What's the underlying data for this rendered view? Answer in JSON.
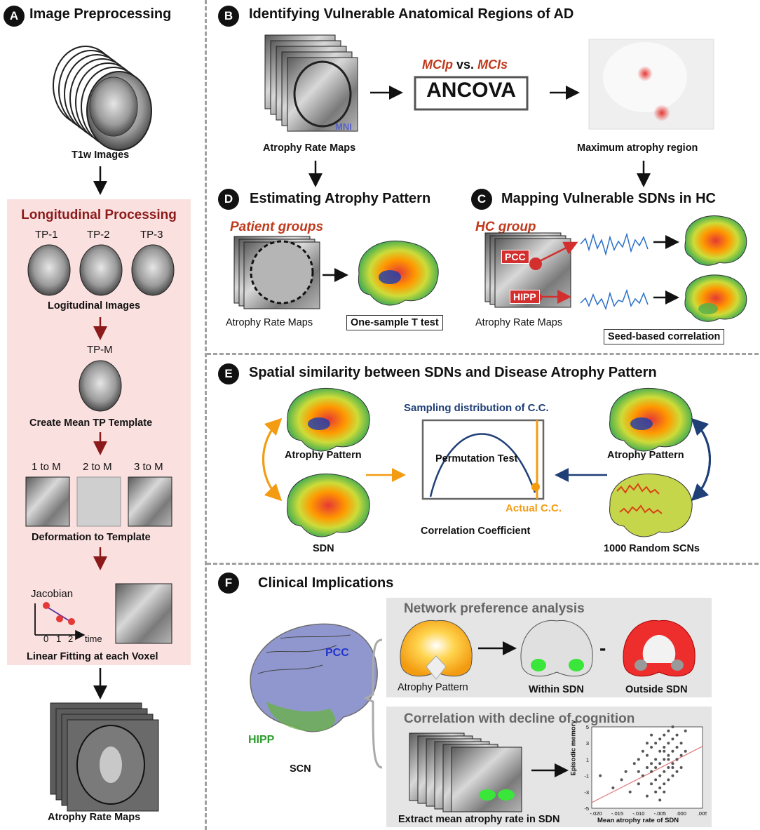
{
  "panel_a": {
    "badge": "A",
    "title": "Image Preprocessing",
    "t1w_label": "T1w Images",
    "longitudinal_title": "Longitudinal Processing",
    "tp1": "TP-1",
    "tp2": "TP-2",
    "tp3": "TP-3",
    "longitudinal_images": "Logitudinal Images",
    "tpm": "TP-M",
    "create_template": "Create Mean TP Template",
    "m1": "1 to M",
    "m2": "2 to M",
    "m3": "3 to M",
    "deformation": "Deformation to Template",
    "jacobian": "Jacobian",
    "t0": "0",
    "t1": "1",
    "t2": "2",
    "time": "time",
    "linear_fitting": "Linear Fitting at each Voxel",
    "atrophy_maps": "Atrophy Rate Maps"
  },
  "panel_b": {
    "badge": "B",
    "title": "Identifying Vulnerable Anatomical Regions of AD",
    "mni": "MNI",
    "atrophy_maps": "Atrophy Rate Maps",
    "mclp": "MCIp",
    "vs": "vs.",
    "mcls": "MCIs",
    "ancova": "ANCOVA",
    "max_region": "Maximum atrophy region"
  },
  "panel_d": {
    "badge": "D",
    "title": "Estimating Atrophy Pattern",
    "patient_groups": "Patient groups",
    "atrophy_maps": "Atrophy Rate Maps",
    "ttest": "One-sample T test"
  },
  "panel_c": {
    "badge": "C",
    "title": "Mapping Vulnerable SDNs in HC",
    "hc_group": "HC group",
    "pcc": "PCC",
    "hipp": "HIPP",
    "atrophy_maps": "Atrophy Rate Maps",
    "seed_corr": "Seed-based correlation"
  },
  "panel_e": {
    "badge": "E",
    "title": "Spatial similarity between SDNs and Disease Atrophy Pattern",
    "atrophy_pattern_left": "Atrophy Pattern",
    "sdn": "SDN",
    "sampling": "Sampling distribution of C.C.",
    "perm_test": "Permutation Test",
    "actual_cc": "Actual C.C.",
    "corr_coef": "Correlation Coefficient",
    "atrophy_pattern_right": "Atrophy Pattern",
    "random_scns": "1000 Random SCNs"
  },
  "panel_f": {
    "badge": "F",
    "title": "Clinical Implications",
    "pcc": "PCC",
    "hipp": "HIPP",
    "scn": "SCN",
    "network_pref": "Network preference analysis",
    "atrophy_pattern": "Atrophy Pattern",
    "within_sdn": "Within SDN",
    "minus": "-",
    "outside_sdn": "Outside SDN",
    "corr_decline": "Correlation with decline of cognition",
    "extract": "Extract mean atrophy rate in SDN",
    "scatter_ylabel": "Episodic memory",
    "scatter_xlabel": "Mean atrophy rate of SDN",
    "x_ticks": [
      "-.020",
      "-.015",
      "-.010",
      "-.005",
      ".000",
      ".005"
    ],
    "y_ticks": [
      "5",
      "3",
      "1",
      "-1",
      "-3",
      "-5"
    ]
  },
  "colors": {
    "arrow_dark": "#111111",
    "arrow_red": "#8b1a1a",
    "orange": "#f39c12",
    "navy": "#1f3f77",
    "red_text": "#c0391b",
    "pcc_blue": "#2233cc",
    "hipp_green": "#2a9d2a",
    "panel_pink": "#fbe0e0"
  },
  "chart_data": {
    "type": "scatter",
    "xlabel": "Mean atrophy rate of SDN",
    "ylabel": "Episodic memory",
    "xlim": [
      -0.021,
      0.005
    ],
    "ylim": [
      -5,
      5
    ],
    "x": [
      -0.019,
      -0.016,
      -0.014,
      -0.013,
      -0.012,
      -0.011,
      -0.01,
      -0.01,
      -0.009,
      -0.009,
      -0.008,
      -0.008,
      -0.008,
      -0.007,
      -0.007,
      -0.007,
      -0.007,
      -0.006,
      -0.006,
      -0.006,
      -0.006,
      -0.005,
      -0.005,
      -0.005,
      -0.005,
      -0.005,
      -0.004,
      -0.004,
      -0.004,
      -0.004,
      -0.004,
      -0.003,
      -0.003,
      -0.003,
      -0.003,
      -0.003,
      -0.002,
      -0.002,
      -0.002,
      -0.002,
      -0.002,
      -0.001,
      -0.001,
      -0.001,
      -0.001,
      0.0,
      0.0,
      0.0,
      0.001,
      0.001,
      -0.003,
      -0.006,
      -0.004,
      -0.002,
      -0.008,
      -0.01,
      -0.004,
      -0.001,
      -0.005,
      -0.007
    ],
    "y": [
      -1.0,
      -2.5,
      -1.5,
      -0.5,
      -3.0,
      0.5,
      -2.0,
      1.0,
      -1.0,
      2.0,
      -3.5,
      0.0,
      1.5,
      -2.0,
      -0.5,
      2.5,
      0.5,
      -1.5,
      1.0,
      3.0,
      -3.0,
      -1.0,
      0.5,
      2.0,
      3.5,
      -2.5,
      -0.5,
      1.0,
      2.5,
      -2.0,
      4.0,
      0.0,
      1.5,
      3.0,
      -1.5,
      4.5,
      0.5,
      2.0,
      -1.0,
      3.5,
      5.0,
      1.0,
      2.5,
      -0.5,
      4.0,
      1.5,
      3.0,
      0.0,
      2.0,
      4.5,
      1.0,
      0.0,
      -3.0,
      0.0,
      3.0,
      -0.5,
      2.0,
      1.0,
      -4.0,
      4.0
    ],
    "trend": {
      "x": [
        -0.021,
        0.005
      ],
      "y": [
        -4.3,
        2.6
      ]
    }
  }
}
